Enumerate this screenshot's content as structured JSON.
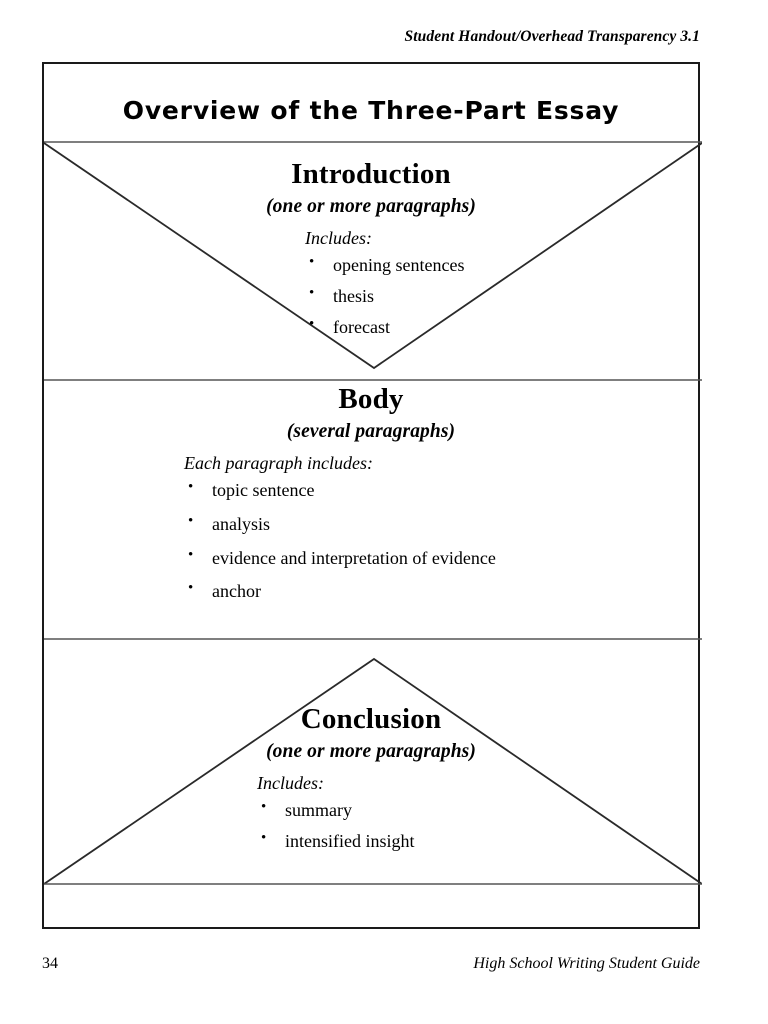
{
  "header": {
    "running_head": "Student Handout/Overhead Transparency 3.1"
  },
  "diagram": {
    "title": "Overview of the Three-Part Essay",
    "sections": [
      {
        "name": "introduction",
        "heading": "Introduction",
        "subheading": "(one or more paragraphs)",
        "includes_label": "Includes:",
        "bullets": [
          "opening sentences",
          "thesis",
          "forecast"
        ],
        "shape": "inverted-triangle"
      },
      {
        "name": "body",
        "heading": "Body",
        "subheading": "(several paragraphs)",
        "includes_label": "Each paragraph includes:",
        "bullets": [
          "topic sentence",
          "analysis",
          "evidence and interpretation of evidence",
          "anchor"
        ],
        "shape": "rectangle"
      },
      {
        "name": "conclusion",
        "heading": "Conclusion",
        "subheading": "(one or more paragraphs)",
        "includes_label": "Includes:",
        "bullets": [
          "summary",
          "intensified insight"
        ],
        "shape": "triangle"
      }
    ]
  },
  "footer": {
    "page_number": "34",
    "guide_title": "High School Writing Student Guide"
  },
  "colors": {
    "ink": "#000000",
    "frame": "#1a1a1a",
    "rule": "#555555",
    "page": "#ffffff"
  }
}
